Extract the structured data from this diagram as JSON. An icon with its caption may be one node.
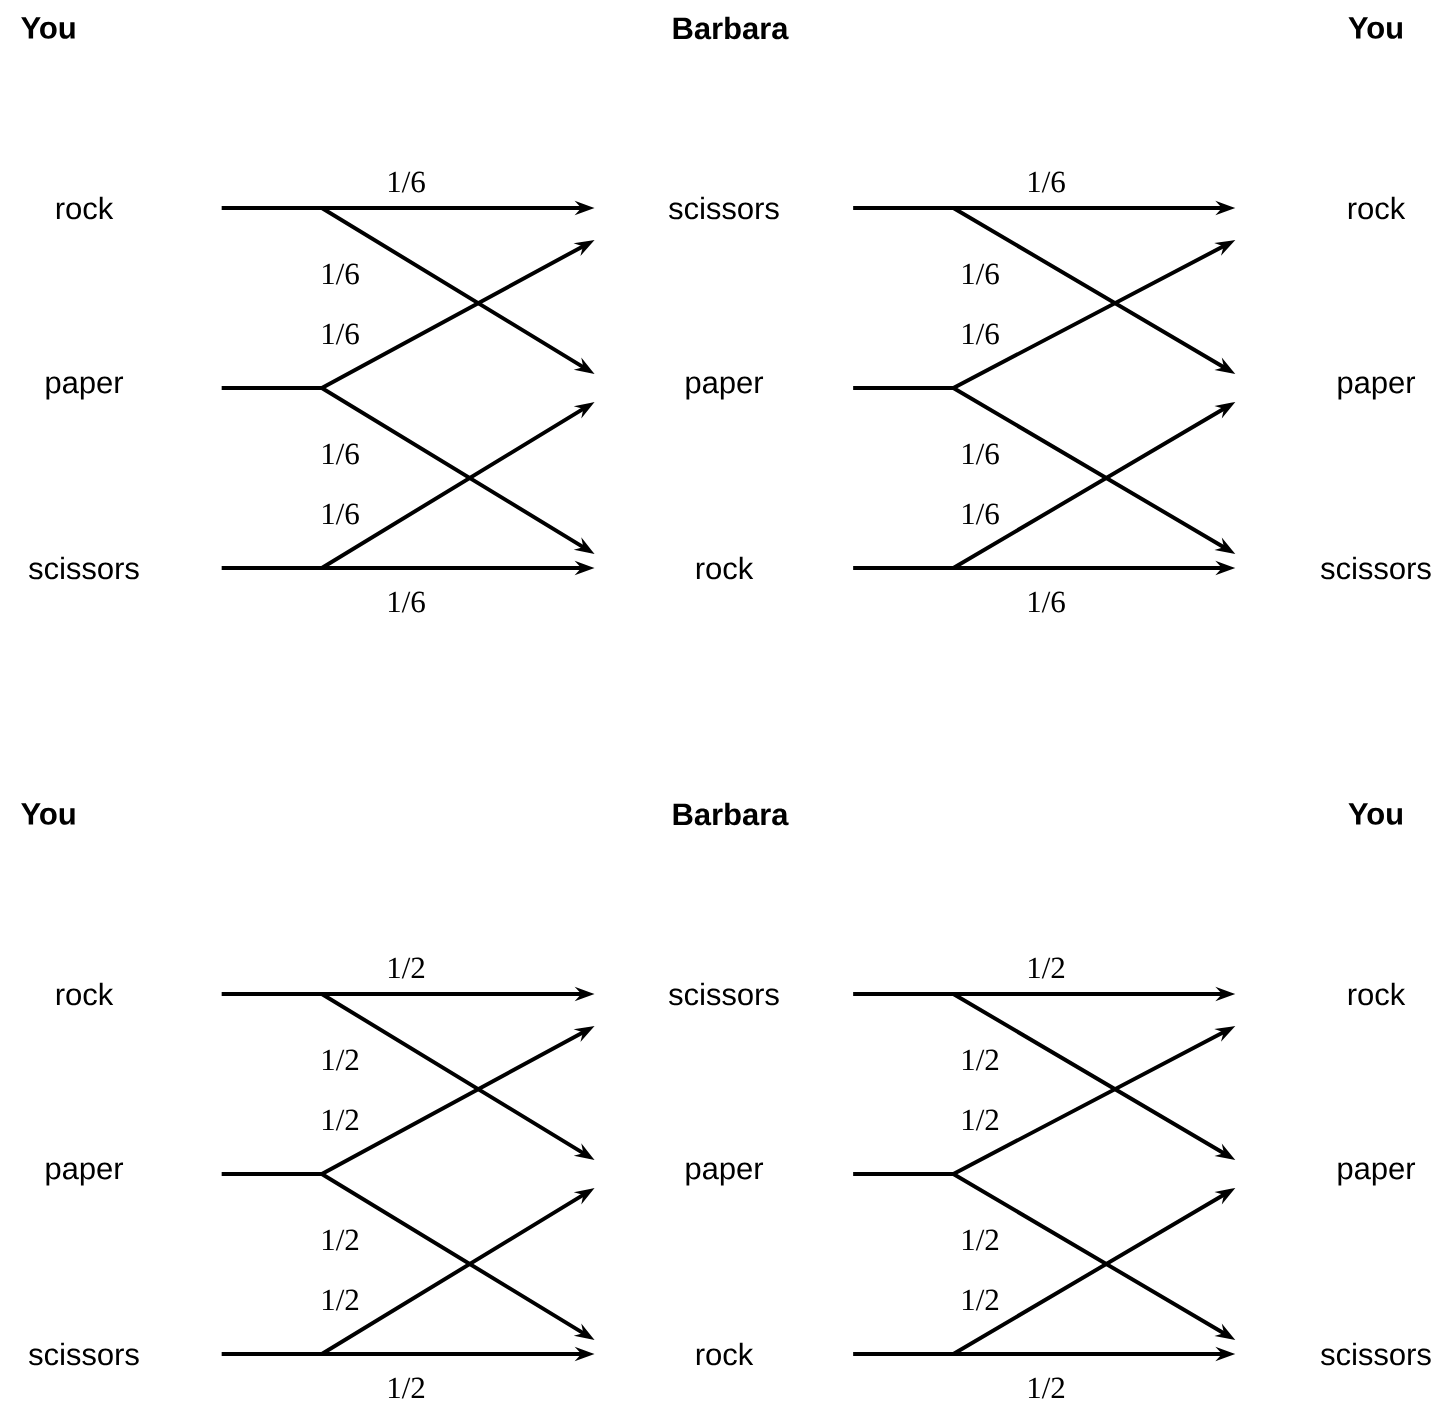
{
  "diagram": {
    "nodes": [
      {
        "text": [
          "rock"
        ]
      },
      {
        "text": [
          "paper"
        ]
      },
      {
        "text": [
          "scissors"
        ]
      },
      {
        "text": [
          "scissors"
        ]
      },
      {
        "text": [
          "paper"
        ]
      },
      {
        "text": [
          "rock"
        ]
      },
      {
        "text": [
          "rock"
        ]
      },
      {
        "text": [
          "paper"
        ]
      },
      {
        "text": [
          "scissors"
        ]
      },
      {
        "text": [
          "rock"
        ]
      },
      {
        "text": [
          "paper"
        ]
      },
      {
        "text": [
          "scissors"
        ]
      },
      {
        "text": [
          "scissors"
        ]
      },
      {
        "text": [
          "paper"
        ]
      },
      {
        "text": [
          "rock"
        ]
      },
      {
        "text": [
          "rock"
        ]
      },
      {
        "text": [
          "paper"
        ]
      },
      {
        "text": [
          "scissors"
        ]
      }
    ],
    "edges": [
      {
        "from": 0,
        "to": 3,
        "arrow": "to",
        "label": "1/6"
      },
      {
        "from": 0,
        "to": 4,
        "arrow": "to",
        "label": "1/6"
      },
      {
        "from": 1,
        "to": 3,
        "arrow": "to",
        "label": "1/6"
      },
      {
        "from": 1,
        "to": 5,
        "arrow": "to",
        "label": "1/6"
      },
      {
        "from": 2,
        "to": 4,
        "arrow": "to",
        "label": "1/6"
      },
      {
        "from": 2,
        "to": 5,
        "arrow": "to",
        "label": "1/6"
      },
      {
        "from": 3,
        "to": 6,
        "arrow": "to",
        "label": "1/6"
      },
      {
        "from": 3,
        "to": 7,
        "arrow": "to",
        "label": "1/6"
      },
      {
        "from": 4,
        "to": 6,
        "arrow": "to",
        "label": "1/6"
      },
      {
        "from": 4,
        "to": 8,
        "arrow": "to",
        "label": "1/6"
      },
      {
        "from": 5,
        "to": 7,
        "arrow": "to",
        "label": "1/6"
      },
      {
        "from": 5,
        "to": 8,
        "arrow": "to",
        "label": "1/6"
      },
      {
        "from": 9,
        "to": 12,
        "arrow": "to",
        "label": "1/2"
      },
      {
        "from": 9,
        "to": 13,
        "arrow": "to",
        "label": "1/2"
      },
      {
        "from": 10,
        "to": 12,
        "arrow": "to",
        "label": "1/2"
      },
      {
        "from": 10,
        "to": 14,
        "arrow": "to",
        "label": "1/2"
      },
      {
        "from": 11,
        "to": 13,
        "arrow": "to",
        "label": "1/2"
      },
      {
        "from": 11,
        "to": 14,
        "arrow": "to",
        "label": "1/2"
      },
      {
        "from": 12,
        "to": 15,
        "arrow": "to",
        "label": "1/2"
      },
      {
        "from": 12,
        "to": 16,
        "arrow": "to",
        "label": "1/2"
      },
      {
        "from": 13,
        "to": 15,
        "arrow": "to",
        "label": "1/2"
      },
      {
        "from": 13,
        "to": 17,
        "arrow": "to",
        "label": "1/2"
      },
      {
        "from": 14,
        "to": 16,
        "arrow": "to",
        "label": "1/2"
      },
      {
        "from": 14,
        "to": 17,
        "arrow": "to",
        "label": "1/2"
      }
    ],
    "labels": [
      "You",
      "Barbara",
      "You",
      "You",
      "Barbara",
      "You"
    ]
  }
}
